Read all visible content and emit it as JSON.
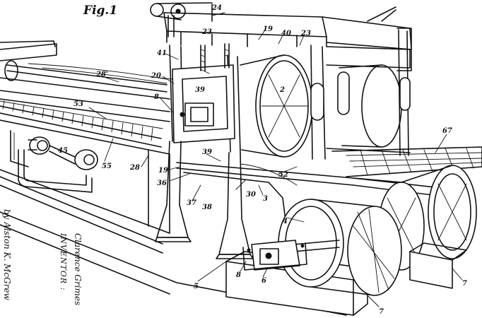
{
  "figure": {
    "title": "Fig.1"
  },
  "inventor": {
    "signature": "Clarence Grimes",
    "caption": "INVENTOR :",
    "attorney": "by Alston K. McGrew"
  },
  "reference_numerals": [
    "24",
    "23",
    "19",
    "40",
    "23",
    "41",
    "28'",
    "20",
    "39",
    "2",
    "8",
    "53",
    "67",
    "45",
    "55",
    "28",
    "19",
    "39",
    "52",
    "36",
    "37",
    "38",
    "30",
    "3",
    "4",
    "5",
    "6",
    "8",
    "7",
    "7"
  ]
}
